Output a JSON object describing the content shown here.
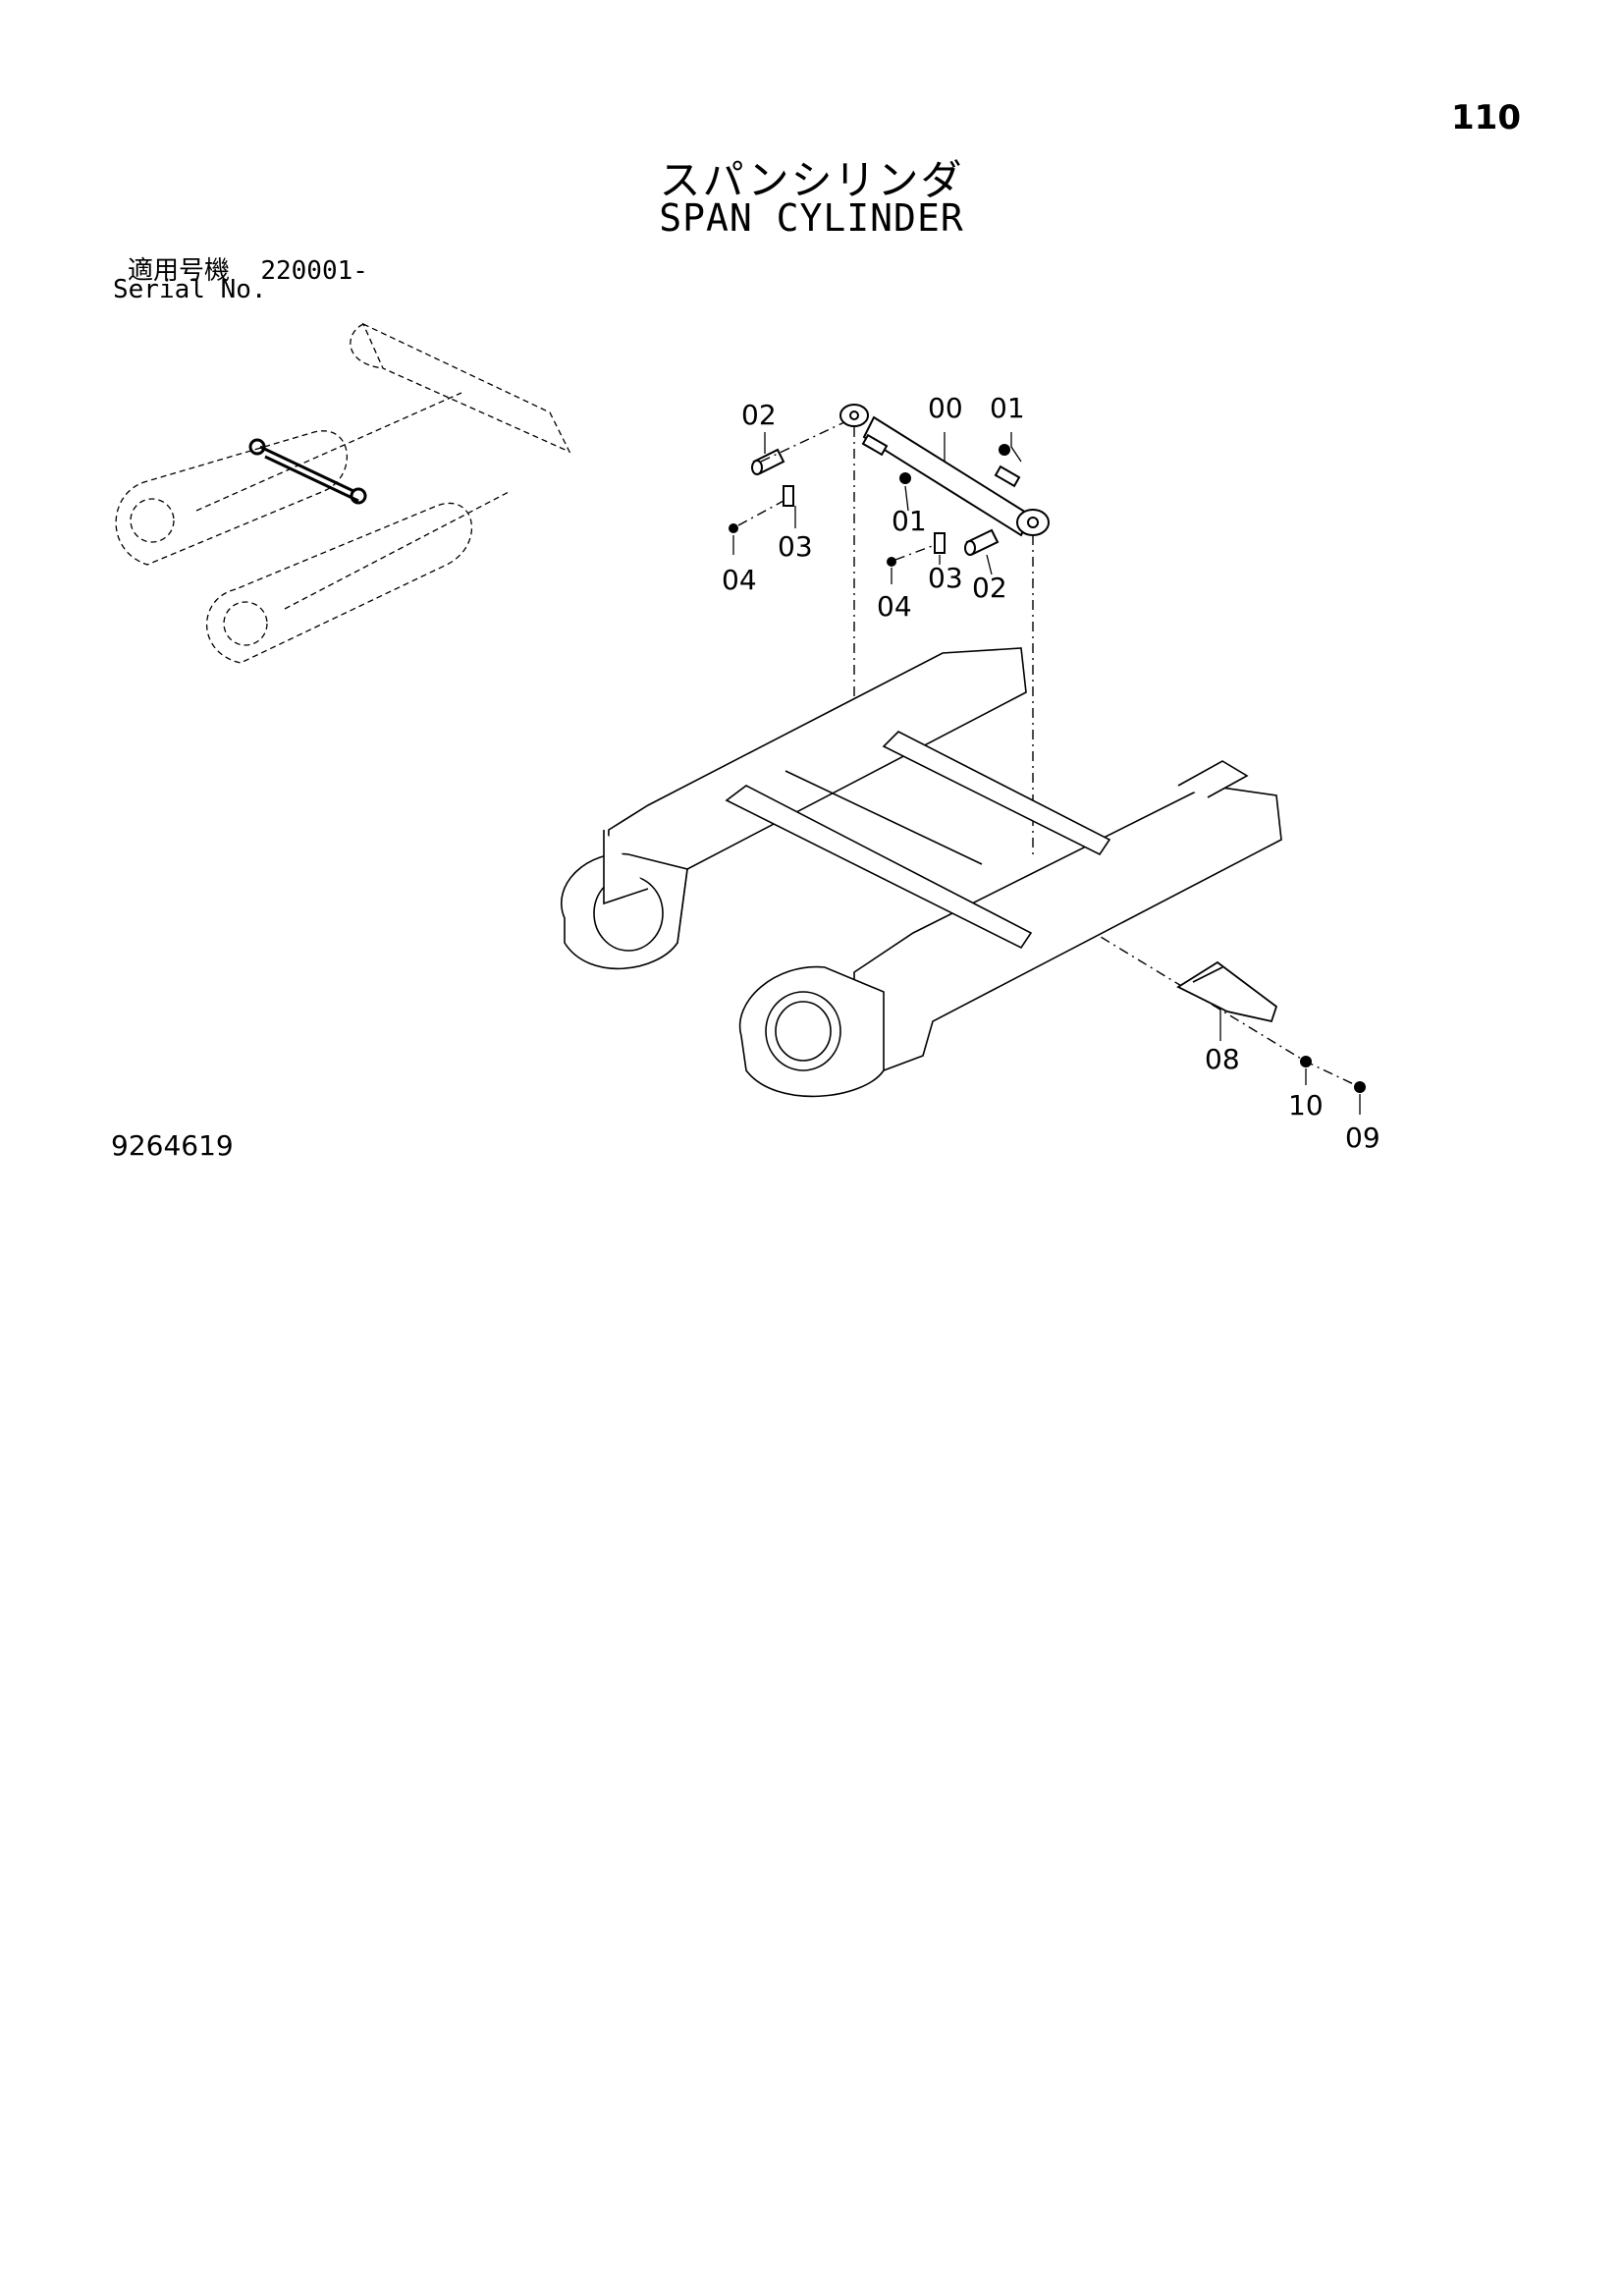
{
  "page_number": "110",
  "title_jp": "スパンシリンダ",
  "title_en": "SPAN CYLINDER",
  "serial": {
    "label_jp": "適用号機",
    "number": "220001-",
    "label_en": "Serial No."
  },
  "doc_number": "9264619",
  "callouts": [
    "00",
    "01",
    "02",
    "01",
    "03",
    "04",
    "03",
    "04",
    "02",
    "08",
    "10",
    "09"
  ]
}
